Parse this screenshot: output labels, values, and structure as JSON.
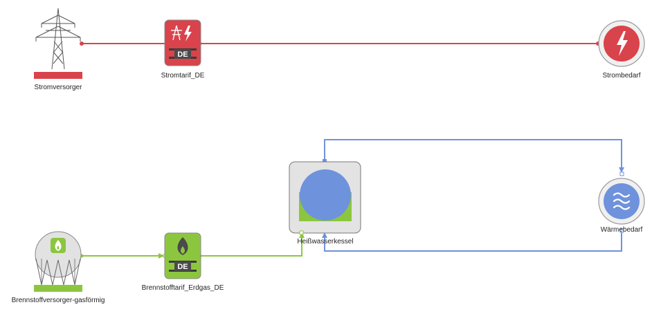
{
  "colors": {
    "electric": "#d9434b",
    "gas": "#8cc63f",
    "heat": "#6f92dc",
    "node_gray": "#d9d9d9",
    "dark": "#4a4a4a"
  },
  "nodes": {
    "stromversorger": {
      "label": "Stromversorger",
      "icon": "power-pylon-icon"
    },
    "stromtarif": {
      "label": "Stromtarif_DE",
      "badge": "DE",
      "icon": "electric-tariff-icon"
    },
    "strombedarf": {
      "label": "Strombedarf",
      "icon": "lightning-bolt-icon"
    },
    "gasversorger": {
      "label": "Brennstoffversorger-gasförmig",
      "icon": "gas-tank-icon"
    },
    "gastarif": {
      "label": "Brennstofftarif_Erdgas_DE",
      "badge": "DE",
      "icon": "flame-icon"
    },
    "kessel": {
      "label": "Heißwasserkessel",
      "icon": "boiler-icon"
    },
    "waermebedarf": {
      "label": "Wärmebedarf",
      "icon": "heat-waves-icon"
    }
  }
}
